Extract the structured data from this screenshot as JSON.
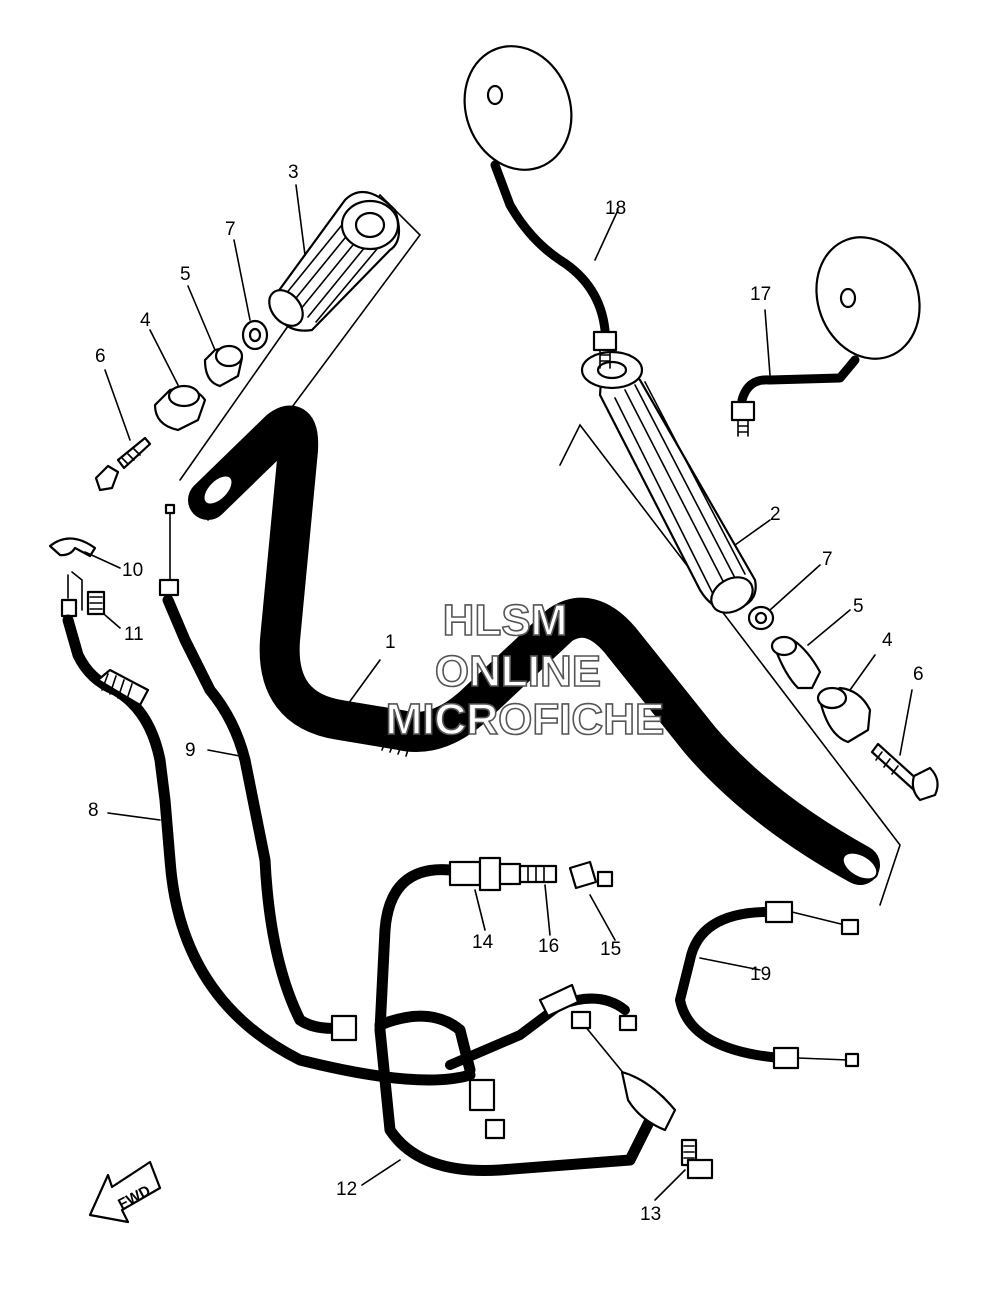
{
  "callouts": [
    {
      "id": "c1",
      "text": "1"
    },
    {
      "id": "c2",
      "text": "2"
    },
    {
      "id": "c3",
      "text": "3"
    },
    {
      "id": "c4a",
      "text": "4"
    },
    {
      "id": "c4b",
      "text": "4"
    },
    {
      "id": "c5a",
      "text": "5"
    },
    {
      "id": "c5b",
      "text": "5"
    },
    {
      "id": "c6a",
      "text": "6"
    },
    {
      "id": "c6b",
      "text": "6"
    },
    {
      "id": "c7a",
      "text": "7"
    },
    {
      "id": "c7b",
      "text": "7"
    },
    {
      "id": "c8",
      "text": "8"
    },
    {
      "id": "c9",
      "text": "9"
    },
    {
      "id": "c10",
      "text": "10"
    },
    {
      "id": "c11",
      "text": "11"
    },
    {
      "id": "c12",
      "text": "12"
    },
    {
      "id": "c13",
      "text": "13"
    },
    {
      "id": "c14",
      "text": "14"
    },
    {
      "id": "c15",
      "text": "15"
    },
    {
      "id": "c16",
      "text": "16"
    },
    {
      "id": "c17",
      "text": "17"
    },
    {
      "id": "c18",
      "text": "18"
    },
    {
      "id": "c19",
      "text": "19"
    }
  ],
  "watermark": {
    "line1": "HLSM",
    "line2": "ONLINE",
    "line3": "MICROFICHE"
  },
  "fwd_arrow": {
    "label": "FWD"
  }
}
